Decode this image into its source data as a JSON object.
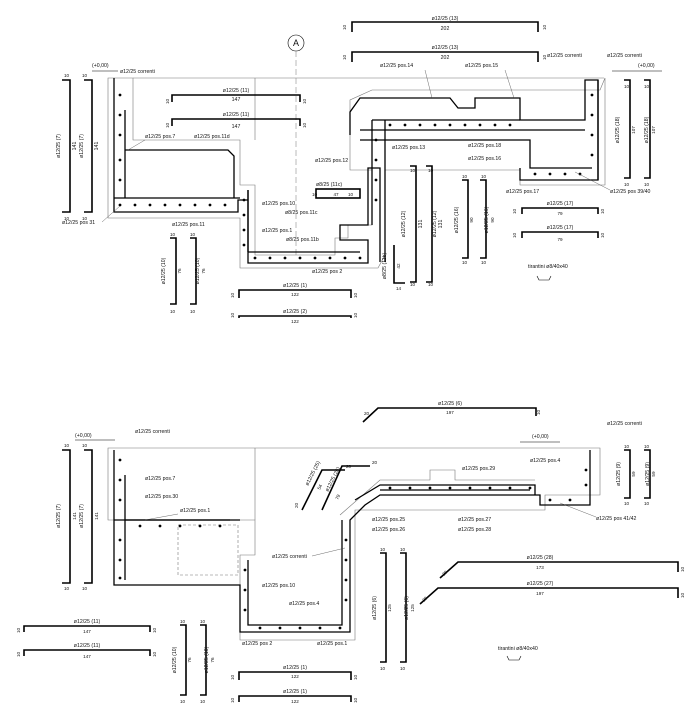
{
  "labels": {
    "axis_a": "A",
    "correnti": "ø12/25 correnti",
    "level": "(+0,00)",
    "tirantini": "tirantini ø8/40x40",
    "ten": "10",
    "twenty": "20",
    "p7": "ø12/25 pos.7",
    "p11d": "ø12/25 pos.11d",
    "p31": "ø12/25 pos 31",
    "p11": "ø12/25 pos.11",
    "p10": "ø12/25 pos.10",
    "p1": "ø12/25 pos.1",
    "p11b": "ø8/25 pos.11b",
    "p11c": "ø8/25 pos.11c",
    "p2": "ø12/25 pos 2",
    "p12": "ø12/25 pos.12",
    "p13": "ø12/25 pos.13",
    "p14": "ø12/25 pos.14",
    "p15": "ø12/25 pos.15",
    "p16": "ø12/25 pos.16",
    "p17": "ø12/25 pos.17",
    "p18": "ø12/25 pos.18",
    "p3940": "ø12/25 pos 39/40",
    "p30": "ø12/25 pos.30",
    "p4": "ø12/25 pos.4",
    "p29": "ø12/25 pos.29",
    "p25": "ø12/25 pos.25",
    "p26": "ø12/25 pos.26",
    "p27": "ø12/25 pos.27",
    "p28": "ø12/25 pos.28",
    "p4142": "ø12/25 pos 41/42"
  },
  "top": {
    "b13a": {
      "label": "ø12/25 (13)",
      "len": "202"
    },
    "b13b": {
      "label": "ø12/25 (13)",
      "len": "202"
    },
    "b11a": {
      "label": "ø12/25 (11)",
      "len": "147"
    },
    "b11b": {
      "label": "ø12/25 (11)",
      "len": "147"
    },
    "b7a": {
      "label": "ø12/25 (7)",
      "len": "141"
    },
    "b7b": {
      "label": "ø12/25 (7)",
      "len": "141"
    },
    "b11c": {
      "label": "ø8/25 (11c)",
      "len": "47"
    },
    "b12a": {
      "label": "ø12/25 (12)",
      "len": "131"
    },
    "b12b": {
      "label": "ø12/25 (12)",
      "len": "131"
    },
    "b11bv": {
      "label": "ø8/25 (11b)",
      "len": "42",
      "foot": "14"
    },
    "b16a": {
      "label": "ø12/25 (16)",
      "len": "90"
    },
    "b16b": {
      "label": "ø12/25 (16)",
      "len": "90"
    },
    "b18a": {
      "label": "ø12/25 (18)",
      "len": "107"
    },
    "b18b": {
      "label": "ø12/25 (18)",
      "len": "107"
    },
    "b17a": {
      "label": "ø12/25 (17)",
      "len": "79"
    },
    "b17b": {
      "label": "ø12/25 (17)",
      "len": "79"
    },
    "b10a": {
      "label": "ø12/25 (10)",
      "len": "76"
    },
    "b10b": {
      "label": "ø12/25 (10)",
      "len": "76"
    },
    "b1": {
      "label": "ø12/25 (1)",
      "len": "122"
    },
    "b2": {
      "label": "ø12/25 (2)",
      "len": "122"
    }
  },
  "bottom": {
    "b6h": {
      "label": "ø12/25 (6)",
      "len": "197"
    },
    "b7a": {
      "label": "ø12/25 (7)",
      "len": "141"
    },
    "b7b": {
      "label": "ø12/25 (7)",
      "len": "141"
    },
    "b25": {
      "label": "ø12/25 (25)",
      "len": "54"
    },
    "b26": {
      "label": "ø12/25 (26)",
      "len": "79"
    },
    "b9a": {
      "label": "ø12/25 (9)",
      "len": "59"
    },
    "b9b": {
      "label": "ø12/25 (9)",
      "len": "59"
    },
    "b28": {
      "label": "ø12/25 (28)",
      "len": "173"
    },
    "b27": {
      "label": "ø12/25 (27)",
      "len": "197"
    },
    "b11a": {
      "label": "ø12/25 (11)",
      "len": "147"
    },
    "b11b": {
      "label": "ø12/25 (11)",
      "len": "147"
    },
    "b10a": {
      "label": "ø12/25 (10)",
      "len": "76"
    },
    "b10b": {
      "label": "ø12/25 (10)",
      "len": "76"
    },
    "b6va": {
      "label": "ø12/25 (6)",
      "len": "125"
    },
    "b6vb": {
      "label": "ø12/25 (6)",
      "len": "125"
    },
    "b1a": {
      "label": "ø12/25 (1)",
      "len": "122"
    },
    "b1b": {
      "label": "ø12/25 (1)",
      "len": "122"
    }
  }
}
